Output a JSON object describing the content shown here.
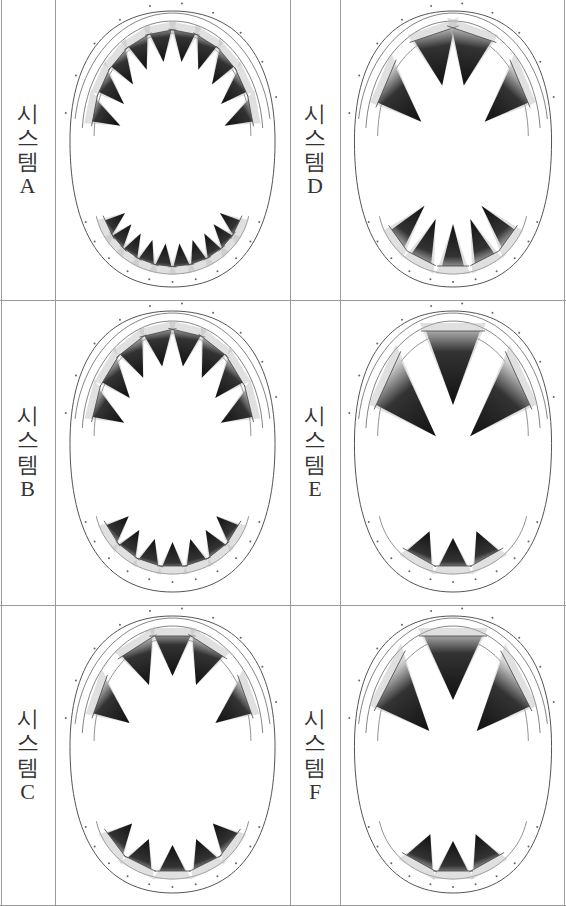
{
  "diagram": {
    "labels": [
      "시스템 A",
      "시스템 D",
      "시스템 B",
      "시스템 E",
      "시스템 C",
      "시스템 F"
    ]
  }
}
